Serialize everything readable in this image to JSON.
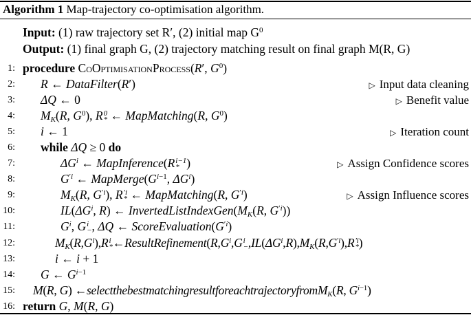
{
  "caption": {
    "label": "Algorithm 1",
    "title": "Map-trajectory co-optimisation algorithm."
  },
  "io": {
    "input_label": "Input:",
    "input_text": " (1) raw trajectory set R′, (2) initial map G",
    "input_sup": "0",
    "output_label": "Output:",
    "output_text": " (1) final graph G, (2) trajectory matching result on final graph M(R, G)"
  },
  "lines": [
    {
      "n": "1:",
      "comment": ""
    },
    {
      "n": "2:",
      "comment": "Input data cleaning"
    },
    {
      "n": "3:",
      "comment": "Benefit value"
    },
    {
      "n": "4:",
      "comment": ""
    },
    {
      "n": "5:",
      "comment": "Iteration count"
    },
    {
      "n": "6:",
      "comment": ""
    },
    {
      "n": "7:",
      "comment": "Assign Confidence scores"
    },
    {
      "n": "8:",
      "comment": ""
    },
    {
      "n": "9:",
      "comment": "Assign Influence scores"
    },
    {
      "n": "10:",
      "comment": ""
    },
    {
      "n": "11:",
      "comment": ""
    },
    {
      "n": "12:",
      "comment": ""
    },
    {
      "n": "13:",
      "comment": ""
    },
    {
      "n": "14:",
      "comment": ""
    },
    {
      "n": "15:",
      "comment": ""
    },
    {
      "n": "16:",
      "comment": ""
    }
  ],
  "keywords": {
    "procedure": "procedure",
    "proc_name": "CoOptimisationProcess",
    "while": "while",
    "do": "do",
    "return": "return"
  },
  "icons": {
    "comment_marker": "triangle-right-icon"
  }
}
